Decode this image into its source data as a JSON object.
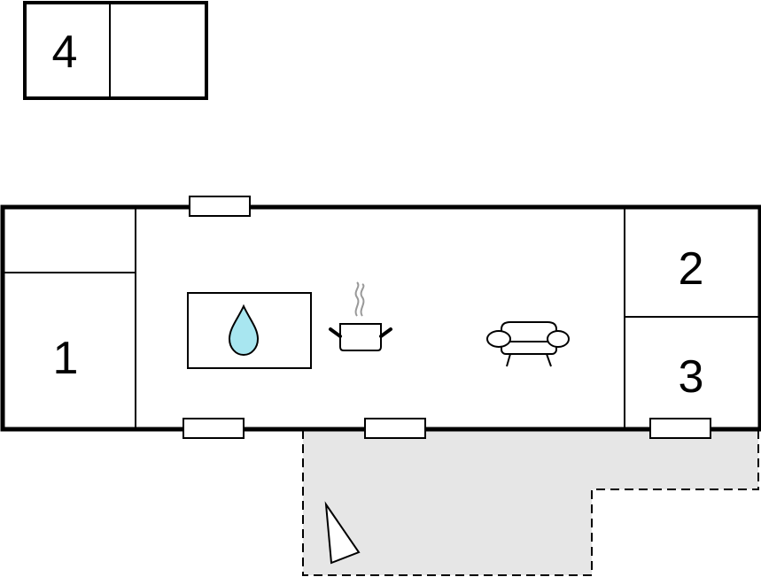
{
  "floorplan": {
    "rooms": {
      "room_1": "1",
      "room_2": "2",
      "room_3": "3",
      "room_4": "4"
    },
    "icons": {
      "bathroom": "water-drop-icon",
      "kitchen": "cooking-pot-icon",
      "living_room": "sofa-icon",
      "terrace": "compass-north-icon"
    },
    "colors": {
      "wall": "#000000",
      "water_drop": "#a8e6f0",
      "terrace_fill": "#e6e6e6",
      "steam": "#999999",
      "background": "#ffffff"
    }
  }
}
